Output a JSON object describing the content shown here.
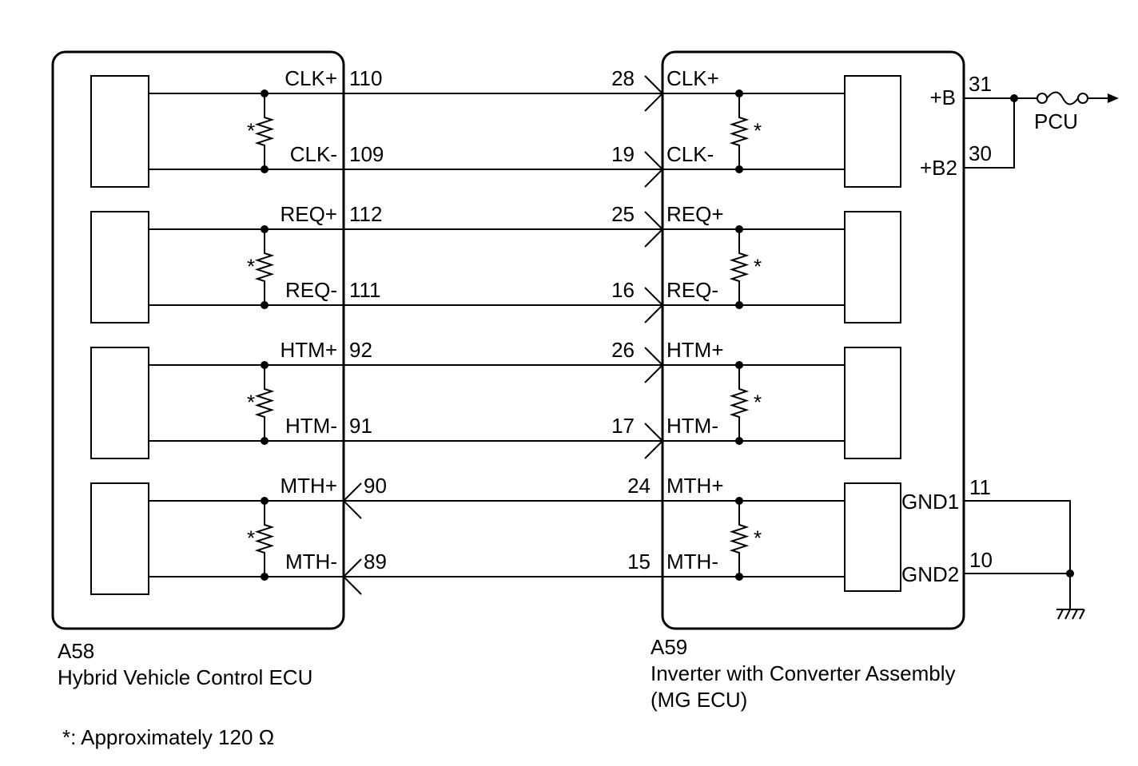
{
  "ecu_left": {
    "connector": "A58",
    "name": "Hybrid Vehicle Control ECU"
  },
  "ecu_right": {
    "connector": "A59",
    "name_line1": "Inverter with Converter Assembly",
    "name_line2": "(MG ECU)"
  },
  "signals": [
    {
      "left_label": "CLK+",
      "left_pin": "110",
      "right_pin": "28",
      "right_label": "CLK+",
      "direction": "to-right"
    },
    {
      "left_label": "CLK-",
      "left_pin": "109",
      "right_pin": "19",
      "right_label": "CLK-",
      "direction": "to-right"
    },
    {
      "left_label": "REQ+",
      "left_pin": "112",
      "right_pin": "25",
      "right_label": "REQ+",
      "direction": "to-right"
    },
    {
      "left_label": "REQ-",
      "left_pin": "111",
      "right_pin": "16",
      "right_label": "REQ-",
      "direction": "to-right"
    },
    {
      "left_label": "HTM+",
      "left_pin": "92",
      "right_pin": "26",
      "right_label": "HTM+",
      "direction": "to-right"
    },
    {
      "left_label": "HTM-",
      "left_pin": "91",
      "right_pin": "17",
      "right_label": "HTM-",
      "direction": "to-right"
    },
    {
      "left_label": "MTH+",
      "left_pin": "90",
      "right_pin": "24",
      "right_label": "MTH+",
      "direction": "to-left"
    },
    {
      "left_label": "MTH-",
      "left_pin": "89",
      "right_pin": "15",
      "right_label": "MTH-",
      "direction": "to-left"
    }
  ],
  "power": {
    "b_label": "+B",
    "b_pin": "31",
    "b2_label": "+B2",
    "b2_pin": "30",
    "fuse_label": "PCU"
  },
  "ground": {
    "gnd1_label": "GND1",
    "gnd1_pin": "11",
    "gnd2_label": "GND2",
    "gnd2_pin": "10"
  },
  "resistor_mark": "*",
  "footnote": "*: Approximately 120 Ω"
}
